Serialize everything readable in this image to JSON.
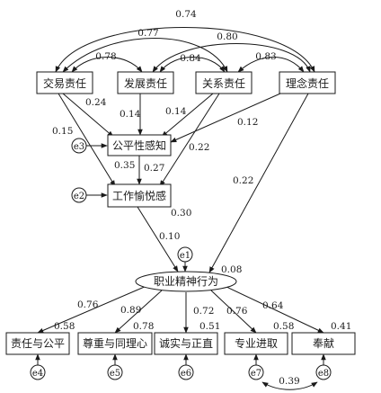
{
  "nodes": {
    "transaction_resp": "交易责任",
    "development_resp": "发展责任",
    "relational_resp": "关系责任",
    "ideological_resp": "理念责任",
    "perceived_fairness": "公平性感知",
    "work_pleasure": "工作愉悦感",
    "professionalism_behavior": "职业精神行为",
    "responsibility_fairness": "责任与公平",
    "respect_empathy": "尊重与同理心",
    "honesty_integrity": "诚实与正直",
    "professional_advance": "专业进取",
    "dedication": "奉献"
  },
  "errors": {
    "e1": "e1",
    "e2": "e2",
    "e3": "e3",
    "e4": "e4",
    "e5": "e5",
    "e6": "e6",
    "e7": "e7",
    "e8": "e8"
  },
  "correlations": {
    "trans_ideo": "0.74",
    "trans_rel": "0.77",
    "dev_ideo": "0.80",
    "trans_dev": "0.78",
    "dev_rel": "0.84",
    "rel_ideo": "0.83",
    "e7_e8": "0.39"
  },
  "paths": {
    "trans_fair": "0.24",
    "trans_pleasure": "0.15",
    "dev_fair": "0.14",
    "rel_fair": "0.14",
    "rel_pleasure": "0.22",
    "ideo_fair": "0.12",
    "ideo_prof": "0.22",
    "fair_pleasure": "0.27",
    "pleasure_prof": "0.10"
  },
  "r_squared": {
    "perceived_fairness": "0.35",
    "work_pleasure": "0.30",
    "professionalism_behavior": "0.08"
  },
  "loadings": {
    "responsibility_fairness": "0.76",
    "respect_empathy": "0.89",
    "honesty_integrity": "0.72",
    "professional_advance": "0.76",
    "dedication": "0.64"
  },
  "indicator_r_squared": {
    "responsibility_fairness": "0.58",
    "respect_empathy": "0.78",
    "honesty_integrity": "0.51",
    "professional_advance": "0.58",
    "dedication": "0.41"
  }
}
